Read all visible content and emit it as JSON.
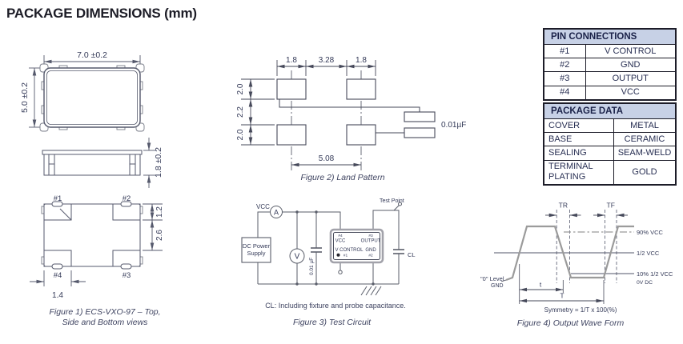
{
  "title": "PACKAGE DIMENSIONS (mm)",
  "figure1": {
    "dim_width": "7.0 ±0.2",
    "dim_height": "5.0 ±0.2",
    "dim_thickness": "1.8 ±0.2",
    "dim_pad_v1": "1.2",
    "dim_pad_v2": "2.6",
    "dim_pad_w": "1.4",
    "pin1": "#1",
    "pin2": "#2",
    "pin3": "#3",
    "pin4": "#4",
    "caption_line1": "Figure 1) ECS-VXO-97 – Top,",
    "caption_line2": "Side and Bottom views"
  },
  "figure2": {
    "dim_pad_w_left": "1.8",
    "dim_gap": "3.28",
    "dim_pad_w_right": "1.8",
    "dim_pad_h_top": "2.0",
    "dim_row_gap": "2.2",
    "dim_pad_h_bottom": "2.0",
    "dim_pitch": "5.08",
    "capacitor_label": "0.01µF",
    "caption": "Figure 2) Land Pattern"
  },
  "figure3": {
    "vcc_label": "VCC",
    "ammeter_label": "A",
    "voltmeter_label": "V",
    "supply_line1": "DC Power",
    "supply_line2": "Supply",
    "capacitor_label": "0.01 µF",
    "test_point_label": "Test Point",
    "cl_label": "CL",
    "dut_pin4_num": "#4",
    "dut_pin4_name": "VCC",
    "dut_pin3_num": "#3",
    "dut_pin3_name": "OUTPUT",
    "dut_pin1_name": "V CONTROL",
    "dut_pin1_num": "#1",
    "dut_pin2_name": "GND",
    "dut_pin2_num": "#2",
    "note": "CL: Including fixture and probe capacitance.",
    "caption": "Figure 3) Test Circuit"
  },
  "figure4": {
    "tr_label": "TR",
    "tf_label": "TF",
    "level_90": "90% VCC",
    "level_half": "1/2 VCC",
    "level_10": "10% 1/2 VCC",
    "level_0v": "0V DC",
    "zero_level_label": "\"0\" Level",
    "gnd_label": "GND",
    "t_label": "t",
    "period_label": "T",
    "symmetry_label": "Symmetry = 1/T x 100(%)",
    "caption": "Figure 4) Output Wave Form"
  },
  "pin_connections": {
    "title": "PIN CONNECTIONS",
    "rows": [
      {
        "pin": "#1",
        "name": "V CONTROL"
      },
      {
        "pin": "#2",
        "name": "GND"
      },
      {
        "pin": "#3",
        "name": "OUTPUT"
      },
      {
        "pin": "#4",
        "name": "VCC"
      }
    ]
  },
  "package_data": {
    "title": "PACKAGE DATA",
    "rows": [
      {
        "property": "COVER",
        "value": "METAL"
      },
      {
        "property": "BASE",
        "value": "CERAMIC"
      },
      {
        "property": "SEALING",
        "value": "SEAM-WELD"
      },
      {
        "property": "TERMINAL PLATING",
        "value": "GOLD"
      }
    ]
  },
  "colors": {
    "table_header_bg": "#c7d1e6",
    "ink": "#343a58",
    "line": "#55596c",
    "waveform_gray": "#9b9b9b"
  }
}
